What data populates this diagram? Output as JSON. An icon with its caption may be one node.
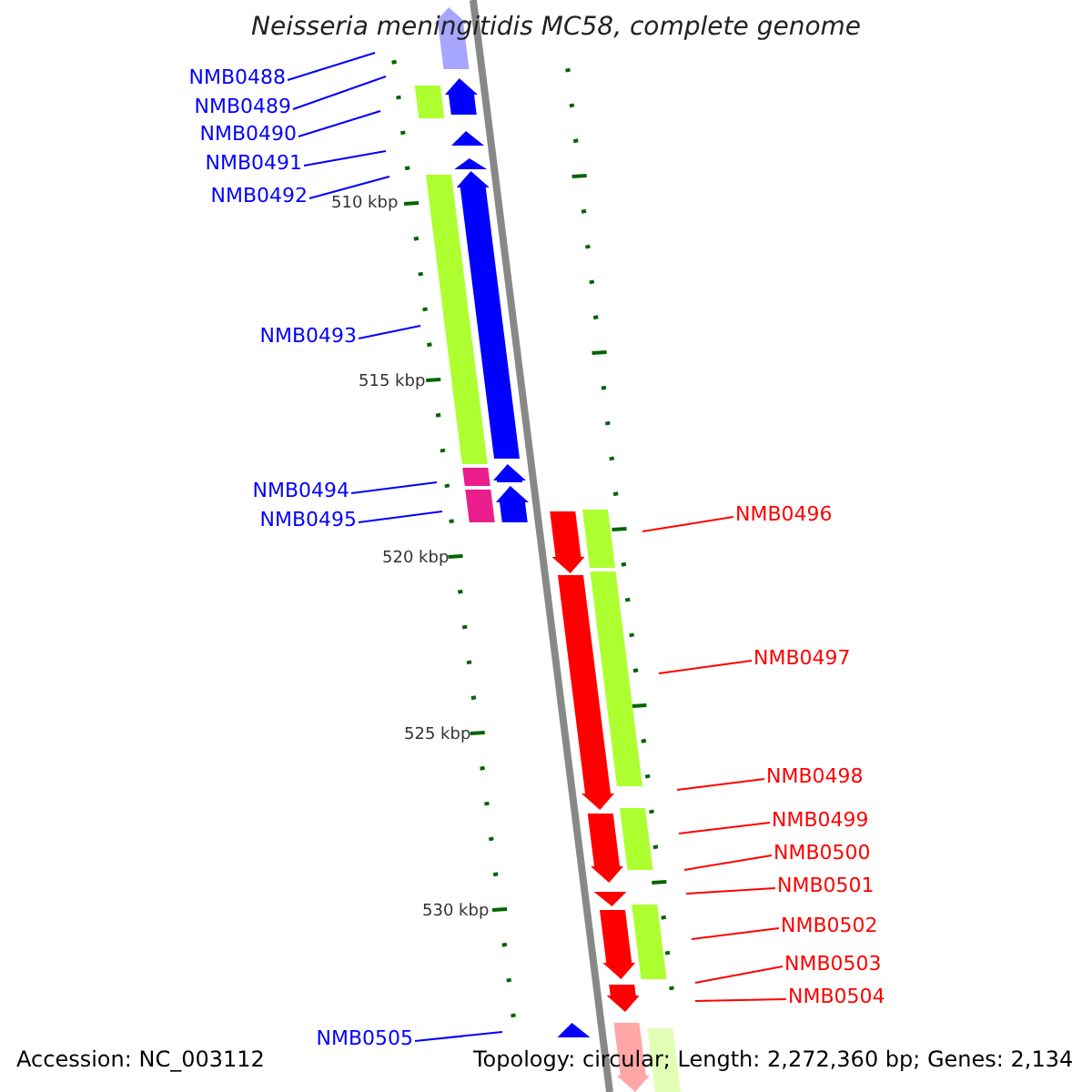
{
  "diagram": {
    "title": "Neisseria meningitidis MC58, complete genome",
    "nodes": [
      {
        "text": [
          "NMB0488"
        ]
      },
      {
        "text": [
          "NMB0489"
        ]
      },
      {
        "text": [
          "NMB0490"
        ]
      },
      {
        "text": [
          "NMB0491"
        ]
      },
      {
        "text": [
          "NMB0492"
        ]
      },
      {
        "text": [
          "NMB0493"
        ]
      },
      {
        "text": [
          "NMB0494"
        ]
      },
      {
        "text": [
          "NMB0495"
        ]
      },
      {
        "text": [
          "NMB0496"
        ]
      },
      {
        "text": [
          "NMB0497"
        ]
      },
      {
        "text": [
          "NMB0498"
        ]
      },
      {
        "text": [
          "NMB0499"
        ]
      },
      {
        "text": [
          "NMB0500"
        ]
      },
      {
        "text": [
          "NMB0501"
        ]
      },
      {
        "text": [
          "NMB0502"
        ]
      },
      {
        "text": [
          "NMB0503"
        ]
      },
      {
        "text": [
          "NMB0504"
        ]
      },
      {
        "text": [
          "NMB0505"
        ]
      }
    ],
    "edges": [
      {
        "from": 0,
        "to": null,
        "arrow": "none",
        "color": "#0000ff"
      },
      {
        "from": 1,
        "to": null,
        "arrow": "none",
        "color": "#0000ff"
      },
      {
        "from": 2,
        "to": null,
        "arrow": "none",
        "color": "#0000ff"
      },
      {
        "from": 3,
        "to": null,
        "arrow": "none",
        "color": "#0000ff"
      },
      {
        "from": 4,
        "to": null,
        "arrow": "none",
        "color": "#0000ff"
      },
      {
        "from": 5,
        "to": null,
        "arrow": "none",
        "color": "#0000ff"
      },
      {
        "from": 6,
        "to": null,
        "arrow": "none",
        "color": "#0000ff"
      },
      {
        "from": 7,
        "to": null,
        "arrow": "none",
        "color": "#0000ff"
      },
      {
        "from": 8,
        "to": null,
        "arrow": "none",
        "color": "#ff0000"
      },
      {
        "from": 9,
        "to": null,
        "arrow": "none",
        "color": "#ff0000"
      },
      {
        "from": 10,
        "to": null,
        "arrow": "none",
        "color": "#ff0000"
      },
      {
        "from": 11,
        "to": null,
        "arrow": "none",
        "color": "#ff0000"
      },
      {
        "from": 12,
        "to": null,
        "arrow": "none",
        "color": "#ff0000"
      },
      {
        "from": 13,
        "to": null,
        "arrow": "none",
        "color": "#ff0000"
      },
      {
        "from": 14,
        "to": null,
        "arrow": "none",
        "color": "#ff0000"
      },
      {
        "from": 15,
        "to": null,
        "arrow": "none",
        "color": "#ff0000"
      },
      {
        "from": 16,
        "to": null,
        "arrow": "none",
        "color": "#ff0000"
      },
      {
        "from": 17,
        "to": null,
        "arrow": "none",
        "color": "#0000ff"
      }
    ],
    "labels": [
      "510 kbp",
      "515 kbp",
      "520 kbp",
      "525 kbp",
      "530 kbp",
      "Accession: NC_003112",
      "Topology: circular; Length: 2,272,360 bp; Genes: 2,134"
    ]
  }
}
